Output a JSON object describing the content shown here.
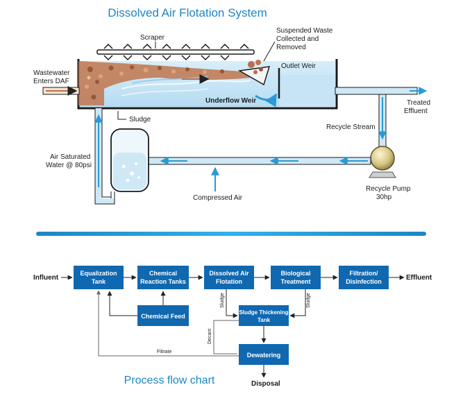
{
  "title": "Dissolved Air Flotation System",
  "labels": {
    "scraper": "Scraper",
    "suspended_waste": [
      "Suspended Waste",
      "Collected and",
      "Removed"
    ],
    "outlet_weir": "Outlet Weir",
    "wastewater": [
      "Wastewater",
      "Enters DAF"
    ],
    "underflow_weir": "Underflow Weir",
    "treated_effluent": [
      "Treated",
      "Effluent"
    ],
    "sludge": "Sludge",
    "recycle_stream": "Recycle Stream",
    "air_saturated": [
      "Air Saturated",
      "Water @ 80psi"
    ],
    "compressed_air": "Compressed Air",
    "recycle_pump": [
      "Recycle Pump",
      "30hp"
    ]
  },
  "flowchart": {
    "title": "Process flow chart",
    "influent": "Influent",
    "effluent": "Effluent",
    "disposal": "Disposal",
    "equalization": [
      "Equalization",
      "Tank"
    ],
    "chemical_reaction": [
      "Chemical",
      "Reaction Tanks"
    ],
    "daf": [
      "Dissolved Air",
      "Flotation"
    ],
    "biological": [
      "Biological",
      "Treatment"
    ],
    "filtration": [
      "Filtration/",
      "Disinfection"
    ],
    "chemical_feed": "Chemical Feed",
    "sludge_thickening": [
      "Sludge Thickening",
      "Tank"
    ],
    "dewatering": "Dewatering",
    "sludge_left": "Sludge",
    "sludge_right": "Sludge",
    "decant": "Decant",
    "filtrate": "Filtrate"
  },
  "colors": {
    "title": "#1d86c4",
    "box": "#1068b0",
    "pipe": "#cfe8f6",
    "arrow": "#2a9ad6",
    "divider": "#2aa7e0",
    "sludge": "#b9704a"
  }
}
